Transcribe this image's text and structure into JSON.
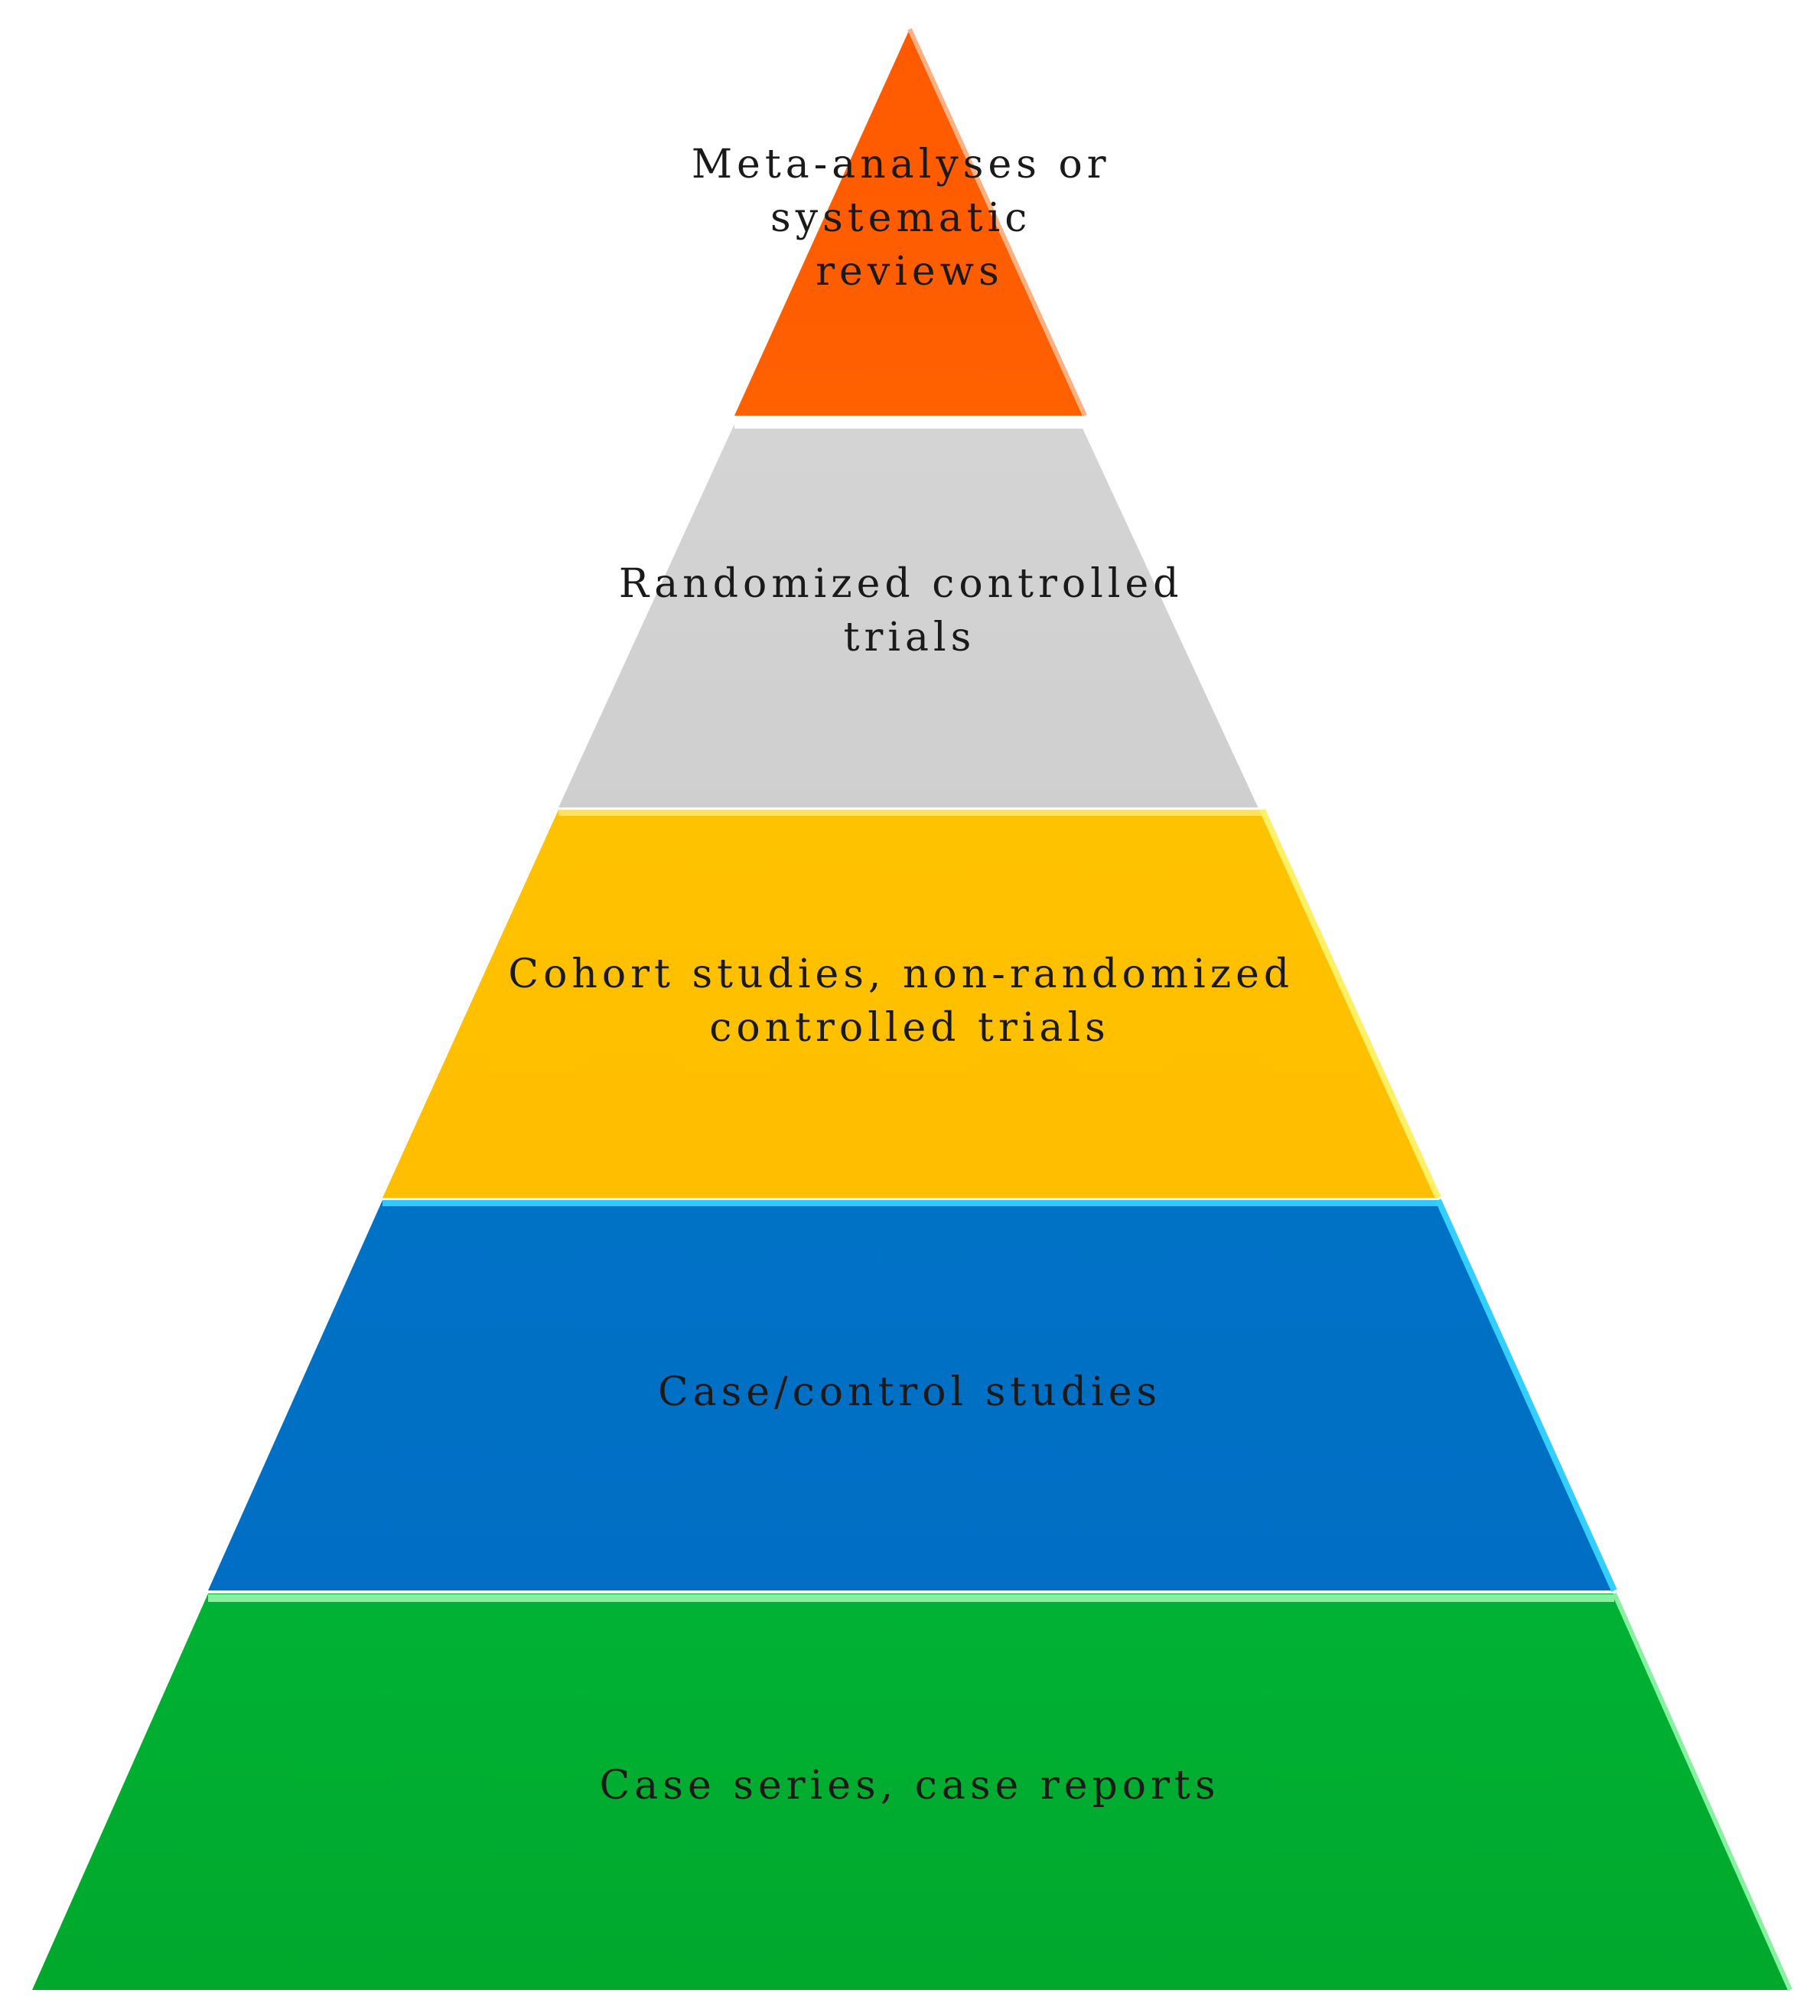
{
  "diagram": {
    "type": "pyramid",
    "tiers": [
      {
        "lines": [
          "Meta-analyses or",
          "systematic",
          "reviews"
        ],
        "color": "#FF6000"
      },
      {
        "lines": [
          "Randomized controlled",
          "trials"
        ],
        "color": "#D3D3D3"
      },
      {
        "lines": [
          "Cohort studies, non-randomized",
          "controlled trials"
        ],
        "color": "#FFC000"
      },
      {
        "lines": [
          "Case/control studies"
        ],
        "color": "#0070C8"
      },
      {
        "lines": [
          "Case series, case reports"
        ],
        "color": "#00A830"
      }
    ]
  }
}
